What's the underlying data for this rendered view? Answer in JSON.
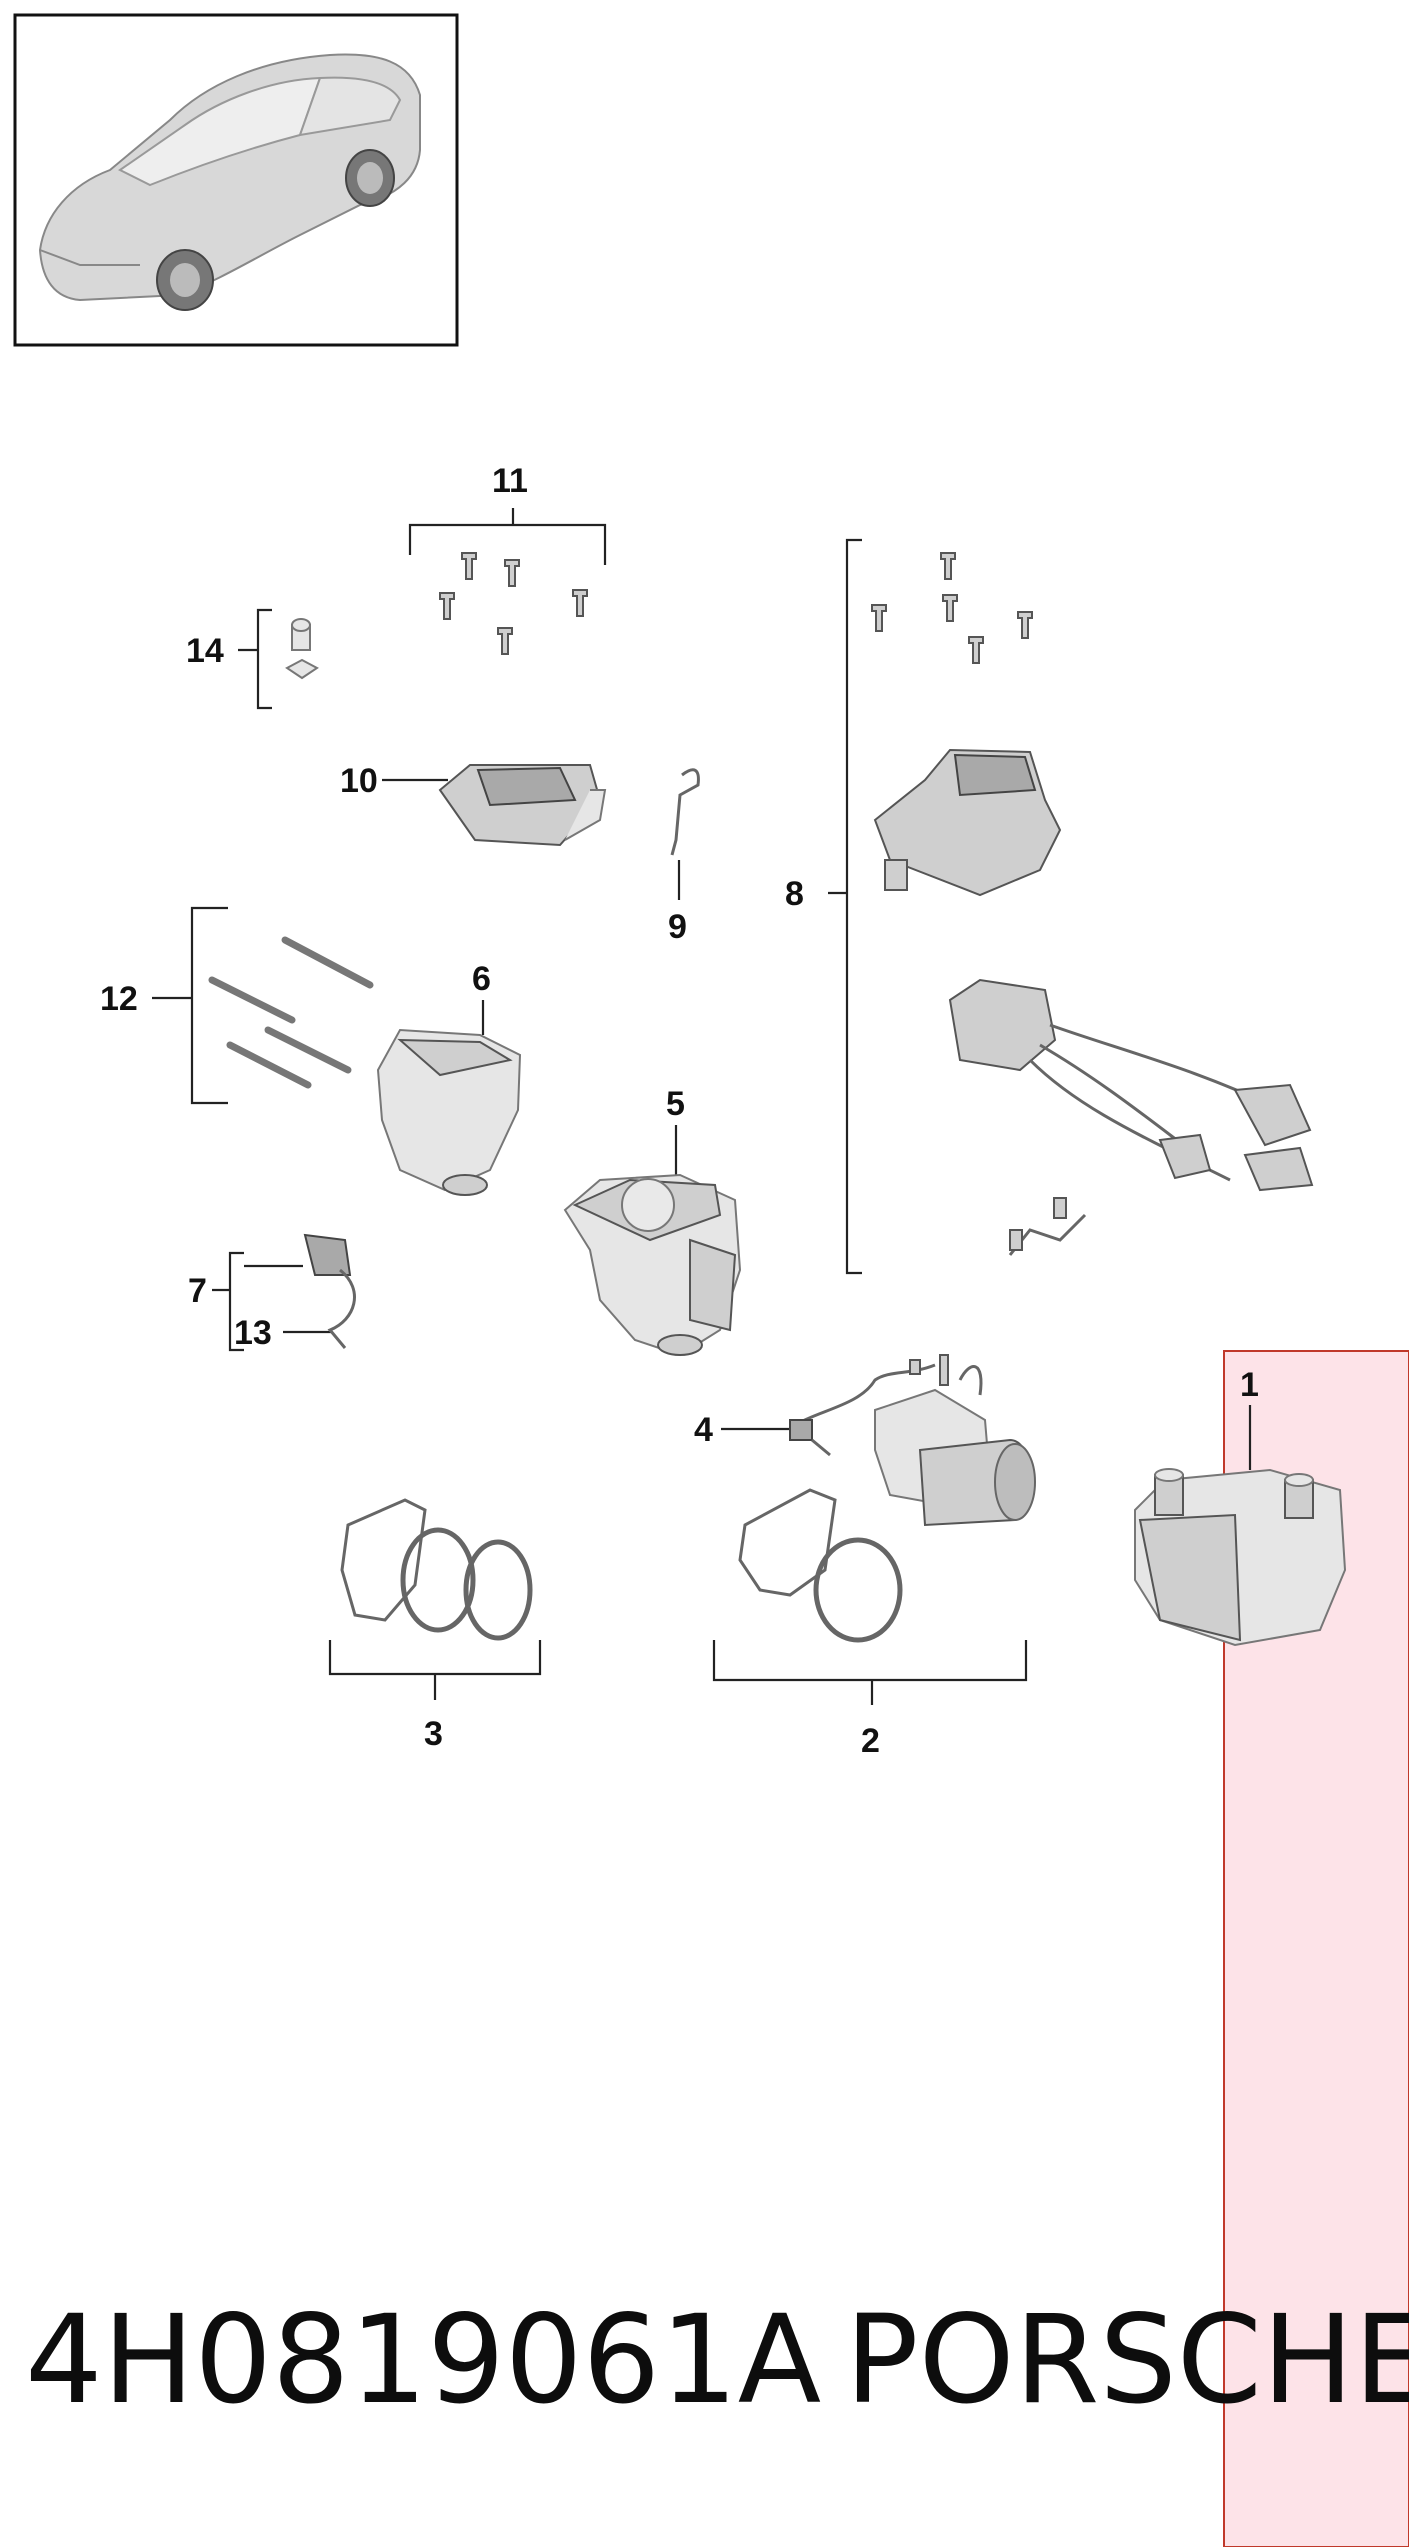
{
  "callouts": {
    "c1": "1",
    "c2": "2",
    "c3": "3",
    "c4": "4",
    "c5": "5",
    "c6": "6",
    "c7": "7",
    "c8": "8",
    "c9": "9",
    "c10": "10",
    "c11": "11",
    "c12": "12",
    "c13": "13",
    "c14": "14"
  },
  "caption": {
    "part_number": "4H0819061A",
    "brand": "PORSCHE"
  },
  "colors": {
    "highlight_fill": "#fde3e8",
    "highlight_border": "#c0392b",
    "line": "#222222",
    "part_gray": "#cfcfcf"
  },
  "icons": {
    "vehicle": "car-thumbnail-icon"
  }
}
